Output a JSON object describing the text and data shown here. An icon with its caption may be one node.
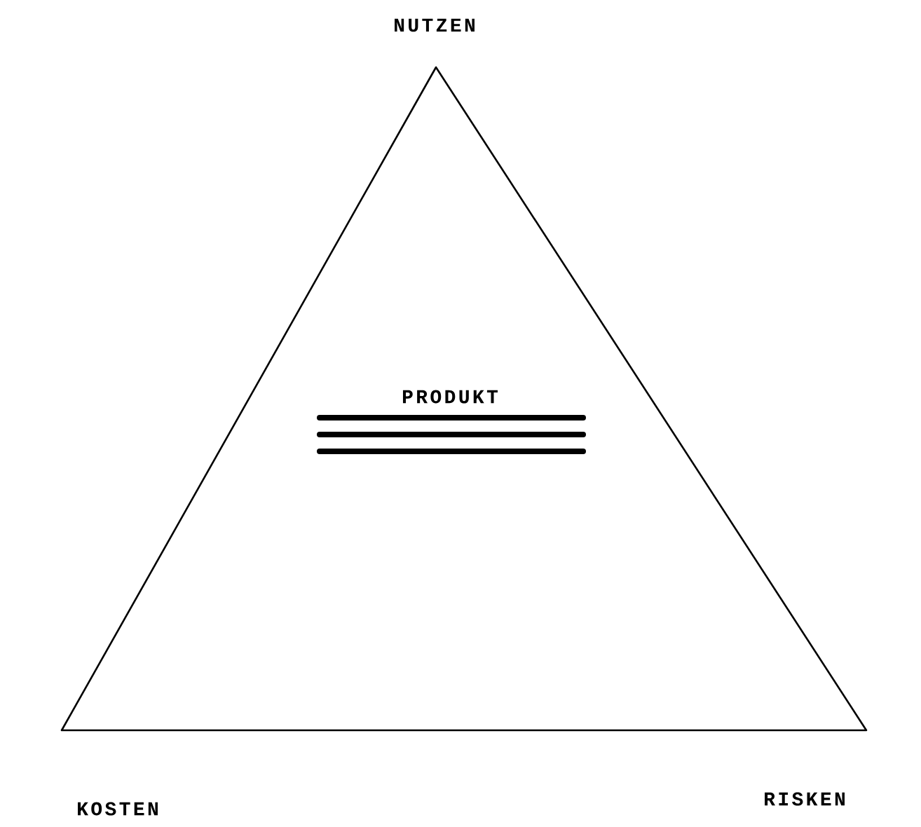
{
  "diagram": {
    "nodes": [
      {
        "text": [
          "PRODUKT"
        ]
      }
    ],
    "labels": [
      "NUTZEN",
      "KOSTEN",
      "RISKEN"
    ]
  }
}
